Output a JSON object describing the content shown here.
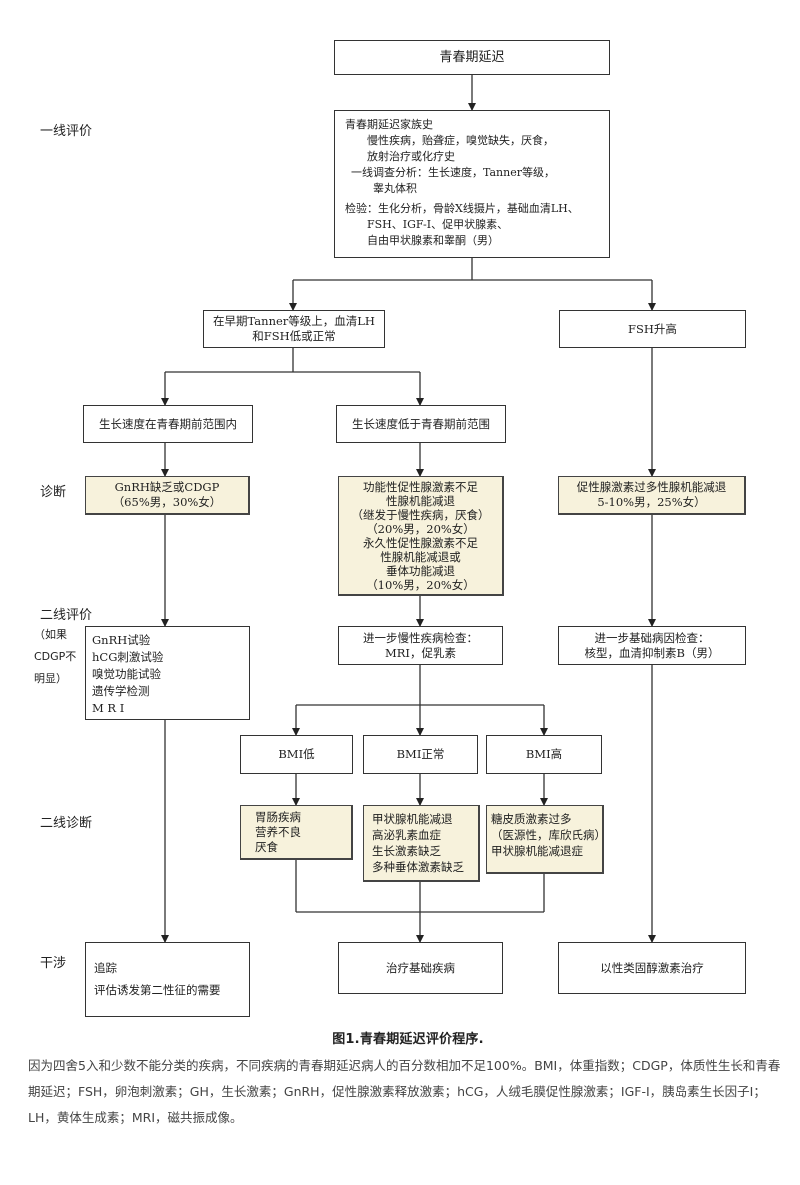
{
  "boxes": {
    "top": "青春期延迟",
    "first_eval": [
      "青春期延迟家族史",
      "慢性疾病，贻聋症，嗅觉缺失，厌食，",
      "放射治疗或化疗史",
      "一线调查分析：生长速度，Tanner等级，",
      "睾丸体积",
      "检验：生化分析，骨龄X线摄片，基础血清LH、",
      "FSH、IGF-I、促甲状腺素、",
      "自由甲状腺素和睾酮（男）"
    ],
    "early_tanner": [
      "在早期Tanner等级上，血清LH",
      "和FSH低或正常"
    ],
    "fsh_high": "FSH升高",
    "growth_normal": "生长速度在青春期前范围内",
    "growth_low": "生长速度低于青春期前范围",
    "gnrh_dx": [
      "GnRH缺乏或CDGP",
      "（65%男，30%女）"
    ],
    "functional_dx": [
      "功能性促性腺激素不足",
      "性腺机能减退",
      "（继发于慢性疾病，厌食）",
      "（20%男，20%女）",
      "永久性促性腺激素不足",
      "性腺机能减退或",
      "垂体功能减退",
      "（10%男，20%女）"
    ],
    "hyper_dx": [
      "促性腺激素过多性腺机能减退",
      "5-10%男，25%女）"
    ],
    "second_left": [
      "GnRH试验",
      "hCG刺激试验",
      "嗅觉功能试验",
      "遗传学检测",
      "M R I"
    ],
    "second_mid": [
      "进一步慢性疾病检查：",
      "MRI，促乳素"
    ],
    "second_right": [
      "进一步基础病因检查：",
      "核型，血清抑制素B（男）"
    ],
    "bmi_low": "BMI低",
    "bmi_normal": "BMI正常",
    "bmi_high": "BMI高",
    "dx_low": [
      "胃肠疾病",
      "营养不良",
      "厌食"
    ],
    "dx_normal": [
      "甲状腺机能减退",
      "高泌乳素血症",
      "生长激素缺乏",
      "多种垂体激素缺乏"
    ],
    "dx_high": [
      "糖皮质激素过多",
      "（医源性，库欣氏病）",
      "甲状腺机能减退症"
    ],
    "int_left": [
      "追踪",
      "评估诱发第二性征的需要"
    ],
    "int_mid": "治疗基础疾病",
    "int_right": "以性类固醇激素治疗"
  },
  "side_labels": {
    "first_eval": "一线评价",
    "diagnosis": "诊断",
    "second_eval": "二线评价",
    "second_eval_note": [
      "（如果",
      "CDGP不",
      "明显）"
    ],
    "second_dx": "二线诊断",
    "intervention": "干涉"
  },
  "caption": {
    "title": "图1.青春期延迟评价程序.",
    "body": "因为四舍5入和少数不能分类的疾病，不同疾病的青春期延迟病人的百分数相加不足100%。BMI，体重指数；CDGP，体质性生长和青春期延迟；FSH，卵泡刺激素；GH，生长激素；GnRH，促性腺激素释放激素；hCG，人绒毛膜促性腺激素；IGF-I，胰岛素生长因子I；LH，黄体生成素；MRI，磁共振成像。"
  },
  "colors": {
    "diagnosis_fill": "#f7f2dc",
    "line": "#333333"
  }
}
